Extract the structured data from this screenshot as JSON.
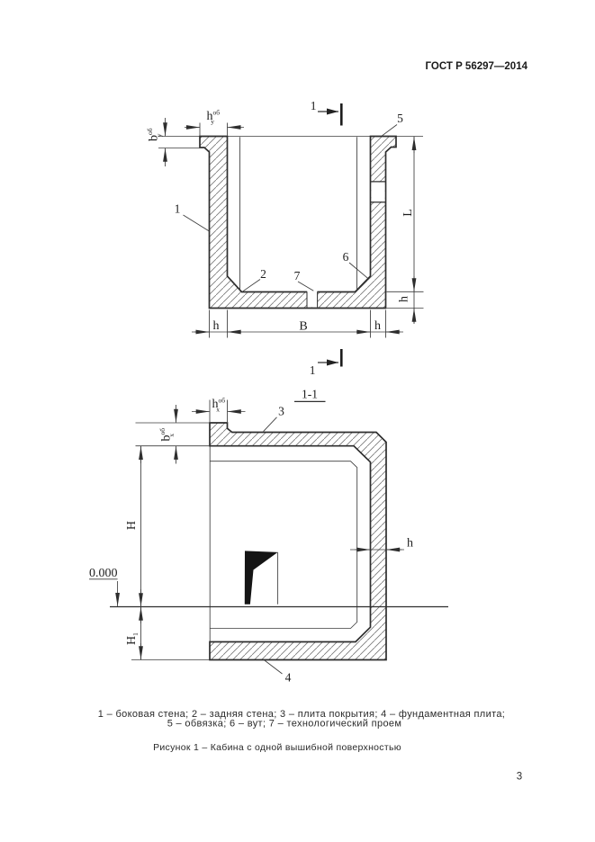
{
  "header": {
    "doc_code": "ГОСТ Р 56297—2014"
  },
  "plan_view": {
    "section_mark_top": "1",
    "section_mark_bottom": "1",
    "labels": {
      "side_wall": "1",
      "back_wall": "2",
      "frame": "5",
      "haunch": "6",
      "opening": "7"
    },
    "dims": {
      "frame_width": {
        "base": "h",
        "sup": "об",
        "sub": "у"
      },
      "frame_height": {
        "base": "b",
        "sup": "об",
        "sub": "у"
      },
      "wall_left": "h",
      "inner_width": "B",
      "wall_right": "h",
      "inner_length": "L",
      "back_wall": "h"
    }
  },
  "section_view": {
    "title": "1-1",
    "labels": {
      "cover_slab": "3",
      "foundation_slab": "4"
    },
    "dims": {
      "frame_width": {
        "base": "h",
        "sup": "об",
        "sub": "х"
      },
      "frame_height": {
        "base": "b",
        "sup": "об",
        "sub": "х"
      },
      "inner_height": "H",
      "below_ground": {
        "base": "H",
        "sub": "1"
      },
      "level_mark": "0.000",
      "wall": "h"
    }
  },
  "caption": {
    "legend_line1": "1 – боковая стена; 2 – задняя стена; 3 – плита покрытия; 4 – фундаментная плита;",
    "legend_line2": "5 – обвязка; 6 – вут; 7 – технологический проем",
    "figure_title": "Рисунок 1 – Кабина с одной вышибной поверхностью"
  },
  "footer": {
    "page_number": "3"
  }
}
